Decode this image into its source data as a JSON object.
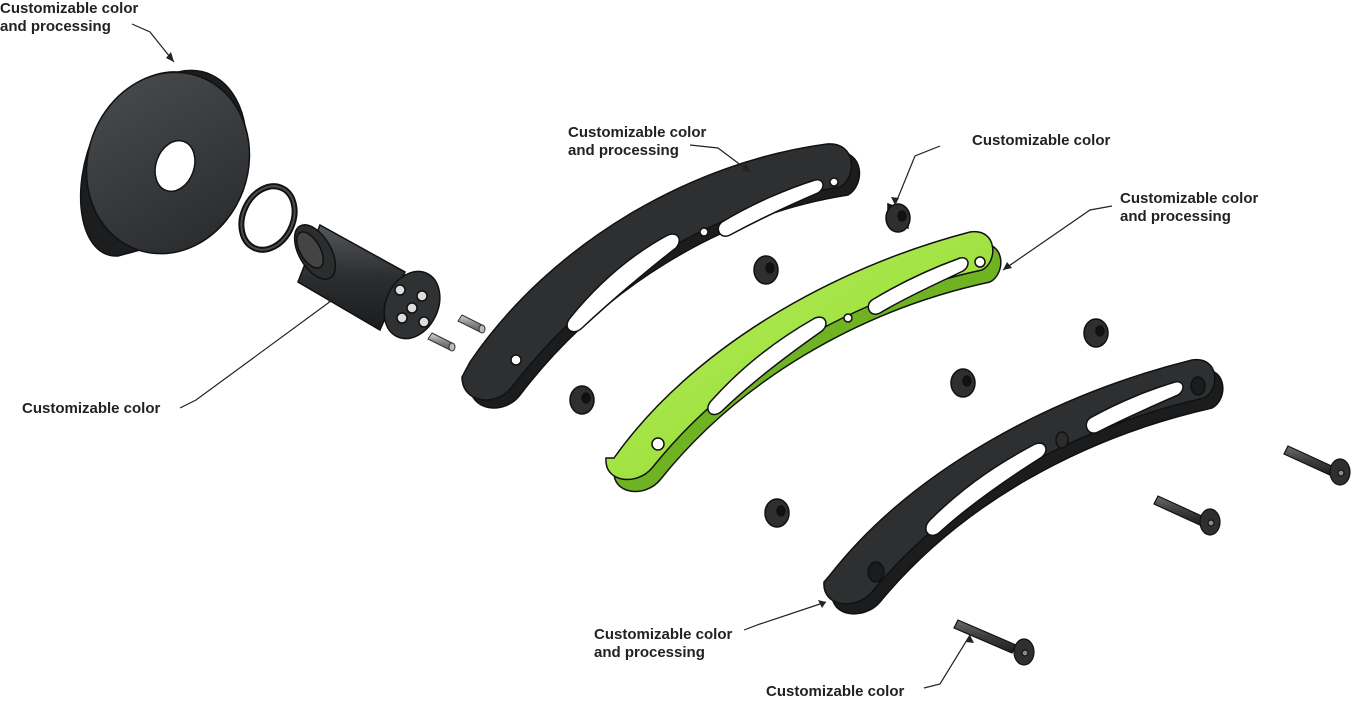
{
  "diagram": {
    "colors": {
      "part_dark": "#2b2d2f",
      "part_dark_side": "#1b1c1d",
      "part_dark_highlight": "#4a4d50",
      "part_green": "#9be23a",
      "part_green_side": "#6fb323",
      "outline": "#111111",
      "leader": "#222222",
      "label_text": "#222222"
    },
    "callouts": [
      {
        "id": "c1",
        "lines": [
          "Customizable color",
          "and processing"
        ],
        "target": "large-cylindrical-disc"
      },
      {
        "id": "c2",
        "lines": [
          "Customizable color",
          "and processing"
        ],
        "target": "upper-black-curved-arm"
      },
      {
        "id": "c3",
        "lines": [
          "Customizable color"
        ],
        "target": "spacer-nut"
      },
      {
        "id": "c4",
        "lines": [
          "Customizable color",
          "and processing"
        ],
        "target": "green-curved-arm"
      },
      {
        "id": "c5",
        "lines": [
          "Customizable color"
        ],
        "target": "cylindrical-hub"
      },
      {
        "id": "c6",
        "lines": [
          "Customizable color",
          "and processing"
        ],
        "target": "lower-black-curved-arm"
      },
      {
        "id": "c7",
        "lines": [
          "Customizable color"
        ],
        "target": "countersunk-screw"
      }
    ]
  }
}
